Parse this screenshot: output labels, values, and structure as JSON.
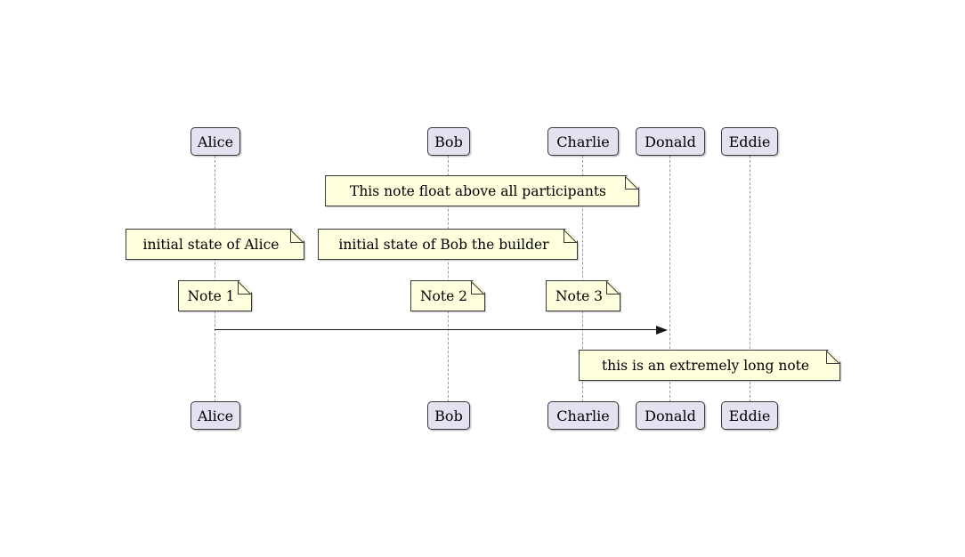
{
  "diagram_type": "sequence-diagram",
  "participants": [
    {
      "label": "Alice"
    },
    {
      "label": "Bob"
    },
    {
      "label": "Charlie"
    },
    {
      "label": "Donald"
    },
    {
      "label": "Eddie"
    }
  ],
  "notes": {
    "floating": "This note float above all participants",
    "alice_state": "initial state of Alice",
    "bob_state": "initial state of Bob the builder",
    "note1": "Note 1",
    "note2": "Note 2",
    "note3": "Note 3",
    "long_note": "this is an extremely long note"
  },
  "messages": [
    {
      "from": "Alice",
      "to": "Donald",
      "label": ""
    }
  ],
  "colors": {
    "background": "#FFFFFF",
    "participant_fill": "#E2E2F0",
    "participant_border": "#383838",
    "note_fill": "#FEFFDD",
    "note_border": "#383838",
    "lifeline": "#999999",
    "arrow": "#181818",
    "text": "#000000"
  }
}
